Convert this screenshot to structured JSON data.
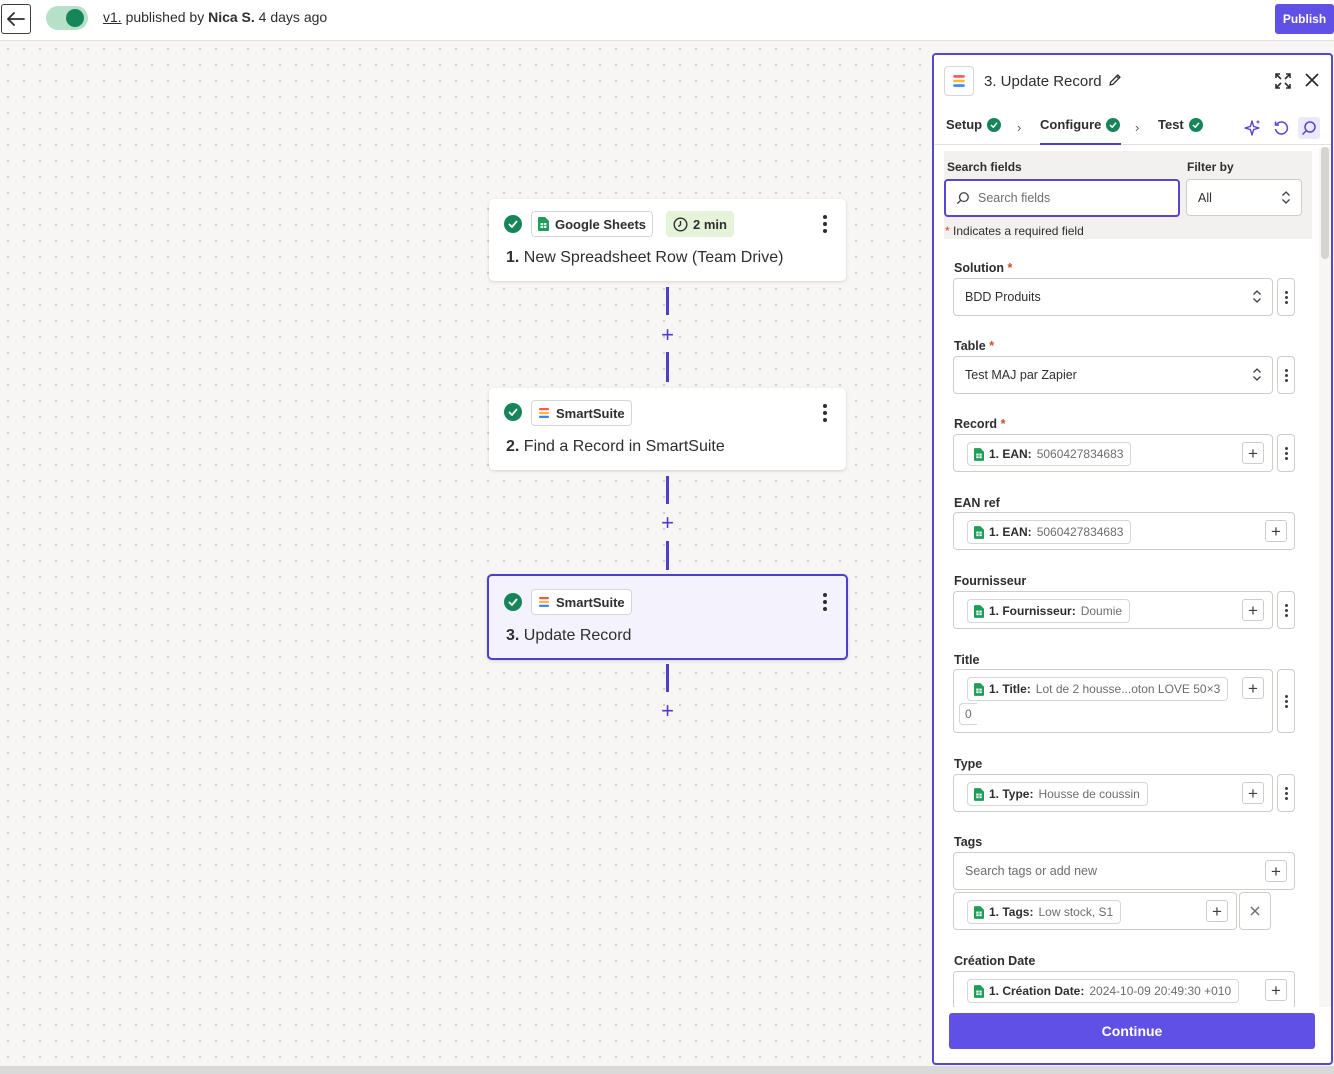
{
  "topbar": {
    "version_link": "v1.",
    "published_by_prefix": " published by ",
    "author": "Nica S.",
    "published_suffix": " 4 days ago",
    "publish_label": "Publish"
  },
  "canvas": {
    "steps": [
      {
        "app": "Google Sheets",
        "time": "2 min",
        "number": "1.",
        "title": "New Spreadsheet Row (Team Drive)"
      },
      {
        "app": "SmartSuite",
        "number": "2.",
        "title": "Find a Record in SmartSuite"
      },
      {
        "app": "SmartSuite",
        "number": "3.",
        "title": "Update Record"
      }
    ]
  },
  "panel": {
    "title": "3. Update Record",
    "tabs": [
      {
        "label": "Setup"
      },
      {
        "label": "Configure"
      },
      {
        "label": "Test"
      }
    ],
    "search": {
      "label": "Search fields",
      "placeholder": "Search fields",
      "filter_label": "Filter by",
      "filter_value": "All",
      "required_note": "Indicates a required field"
    },
    "fields": {
      "solution": {
        "label": "Solution",
        "value": "BDD Produits"
      },
      "table": {
        "label": "Table",
        "value": "Test MAJ par Zapier"
      },
      "record": {
        "label": "Record",
        "token_key": "1. EAN:",
        "token_value": "5060427834683"
      },
      "ean_ref": {
        "label": "EAN ref",
        "token_key": "1. EAN:",
        "token_value": "5060427834683"
      },
      "fournisseur": {
        "label": "Fournisseur",
        "token_key": "1. Fournisseur:",
        "token_value": "Doumie"
      },
      "title": {
        "label": "Title",
        "token_key": "1. Title:",
        "token_value": "Lot de 2 housse...oton LOVE 50×3",
        "wrap_text": "0"
      },
      "type": {
        "label": "Type",
        "token_key": "1. Type:",
        "token_value": "Housse de coussin"
      },
      "tags": {
        "label": "Tags",
        "placeholder": "Search tags or add new",
        "token_key": "1. Tags:",
        "token_value": "Low stock, S1"
      },
      "creation_date": {
        "label": "Création Date",
        "token_key": "1. Création Date:",
        "token_value": "2024-10-09 20:49:30 +010"
      }
    },
    "continue_label": "Continue"
  },
  "colors": {
    "accent": "#6050e6",
    "selected_border": "#4e3fc9",
    "success": "#16855a",
    "time_badge": "#e5f4d9",
    "required": "#d14a1f"
  }
}
